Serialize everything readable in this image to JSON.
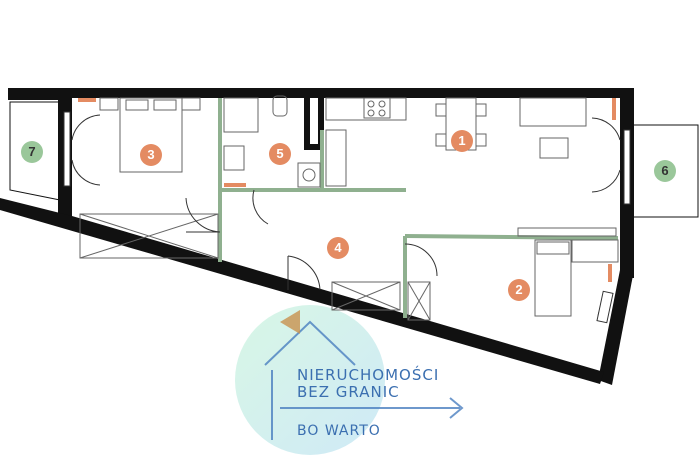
{
  "rooms": [
    {
      "id": "room-1",
      "label": "1",
      "kind": "main"
    },
    {
      "id": "room-2",
      "label": "2",
      "kind": "main"
    },
    {
      "id": "room-3",
      "label": "3",
      "kind": "main"
    },
    {
      "id": "room-4",
      "label": "4",
      "kind": "main"
    },
    {
      "id": "room-5",
      "label": "5",
      "kind": "main"
    },
    {
      "id": "room-6",
      "label": "6",
      "kind": "outdoor"
    },
    {
      "id": "room-7",
      "label": "7",
      "kind": "outdoor"
    }
  ],
  "watermark": {
    "line1": "NIERUCHOMOŚCI",
    "line2": "BEZ GRANIC",
    "line3": "BO WARTO"
  },
  "colors": {
    "wall": "#111111",
    "partition": "#8fb08f",
    "badge_main": "#e48b62",
    "badge_outdoor": "#9ac79a",
    "accent_marker": "#e48b62",
    "watermark_text": "#3b6fb0"
  }
}
